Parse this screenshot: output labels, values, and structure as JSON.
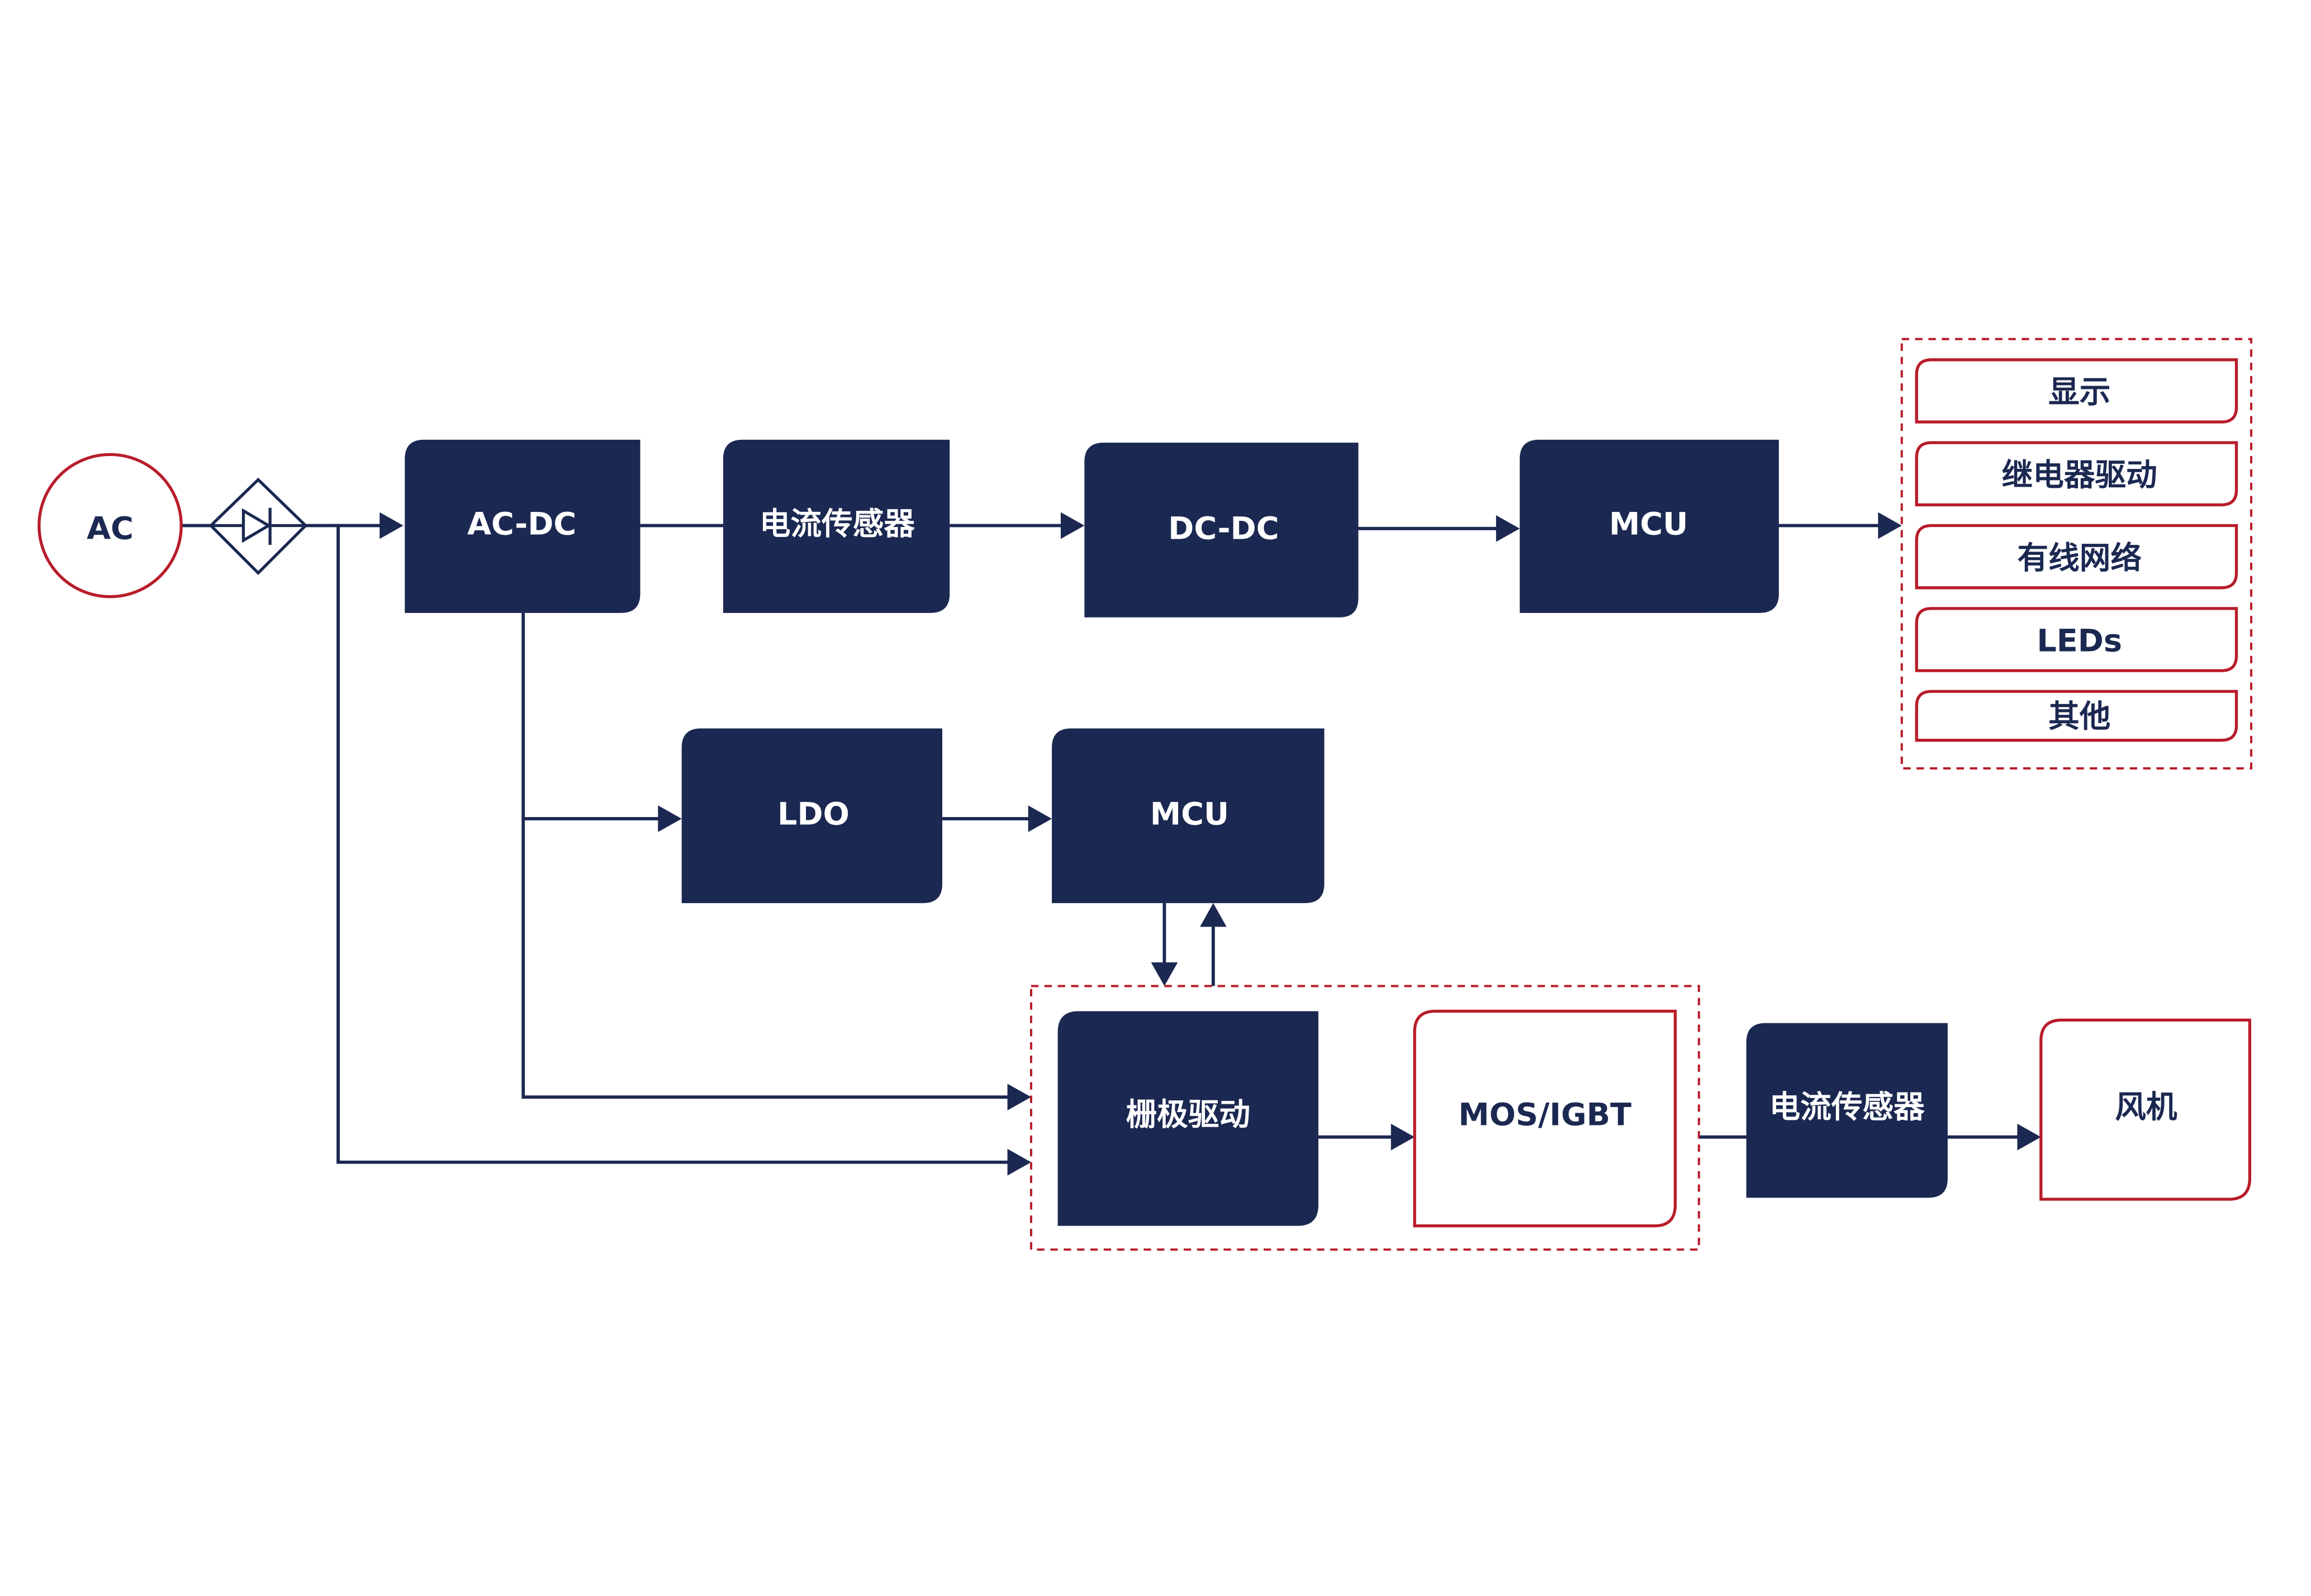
{
  "diagram": {
    "colors": {
      "block": "#1b2851",
      "accent": "#b81c2a",
      "background": "#ffffff"
    },
    "source": {
      "label": "AC"
    },
    "rectifier": {
      "icon": "bridge-rectifier-diode-icon"
    },
    "blocks": {
      "acdc": "AC-DC",
      "current_sensor_top": "电流传感器",
      "dcdc": "DC-DC",
      "mcu_top": "MCU",
      "ldo": "LDO",
      "mcu_mid": "MCU",
      "gate_driver": "栅极驱动",
      "mos_igbt": "MOS/IGBT",
      "current_sensor_bottom": "电流传感器",
      "fan": "风机"
    },
    "outputs": [
      "显示",
      "继电器驱动",
      "有线网络",
      "LEDs",
      "其他"
    ]
  }
}
